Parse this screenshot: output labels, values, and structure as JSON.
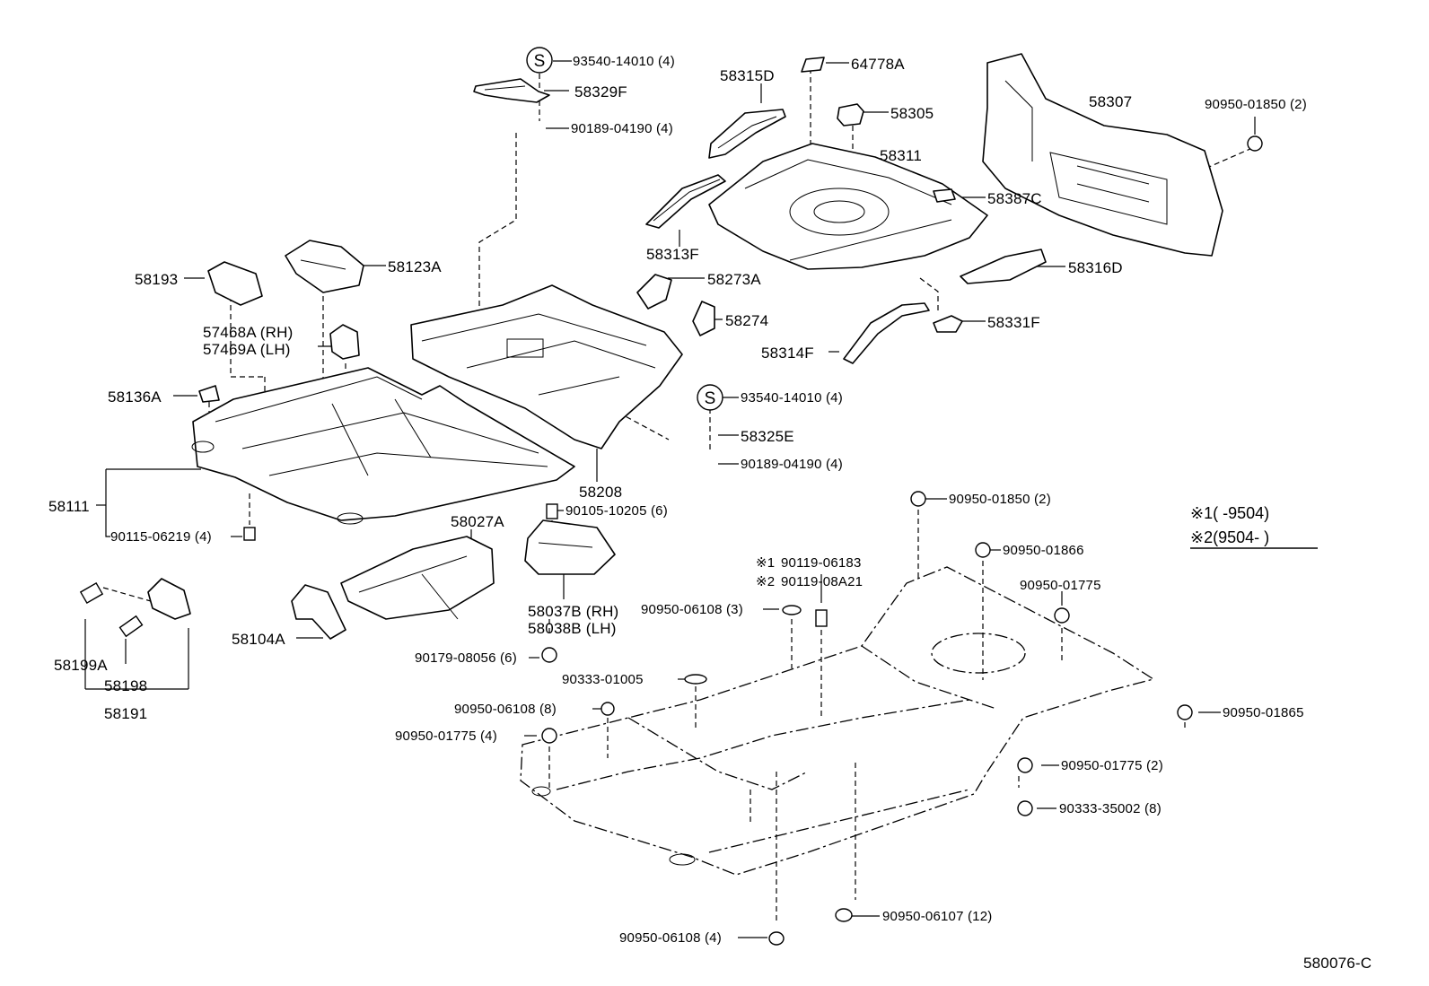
{
  "diagram_id": "580076-C",
  "legend": {
    "note1": "※1(      -9504)",
    "note2": "※2(9504-        )"
  },
  "callouts": {
    "c93540_top": "93540-14010 (4)",
    "c58329F": "58329F",
    "c90189_top": "90189-04190 (4)",
    "c64778A": "64778A",
    "c58315D": "58315D",
    "c58305": "58305",
    "c58307": "58307",
    "c90950_01850_right": "90950-01850 (2)",
    "c58311": "58311",
    "c58387C": "58387C",
    "c58313F": "58313F",
    "c58123A": "58123A",
    "c58193": "58193",
    "c58273A": "58273A",
    "c58316D": "58316D",
    "c58274": "58274",
    "c58331F": "58331F",
    "c57468A": "57468A (RH)",
    "c57469A": "57469A (LH)",
    "c58314F": "58314F",
    "c58136A": "58136A",
    "c93540_mid": "93540-14010 (4)",
    "c58325E": "58325E",
    "c90189_mid": "90189-04190 (4)",
    "c58208": "58208",
    "c90950_01850_floor": "90950-01850 (2)",
    "c58111": "58111",
    "c90105": "90105-10205 (6)",
    "c90115": "90115-06219 (4)",
    "c58027A": "58027A",
    "c90950_01866": "90950-01866",
    "c90119_1": "90119-06183",
    "c90119_2": "90119-08A21",
    "c90950_01775_a": "90950-01775",
    "c58037B": "58037B (RH)",
    "c58038B": "58038B (LH)",
    "c90950_06108_3": "90950-06108 (3)",
    "c58104A": "58104A",
    "c90179": "90179-08056 (6)",
    "c58199A": "58199A",
    "c58198": "58198",
    "c58191": "58191",
    "c90333_01005": "90333-01005",
    "c90950_06108_8": "90950-06108 (8)",
    "c90950_01865": "90950-01865",
    "c90950_01775_4": "90950-01775 (4)",
    "c90950_01775_2": "90950-01775 (2)",
    "c90333_35002": "90333-35002 (8)",
    "c90950_06107": "90950-06107 (12)",
    "c90950_06108_4": "90950-06108 (4)"
  },
  "marks": {
    "star1": "※1",
    "star2": "※2",
    "s_symbol": "S"
  }
}
